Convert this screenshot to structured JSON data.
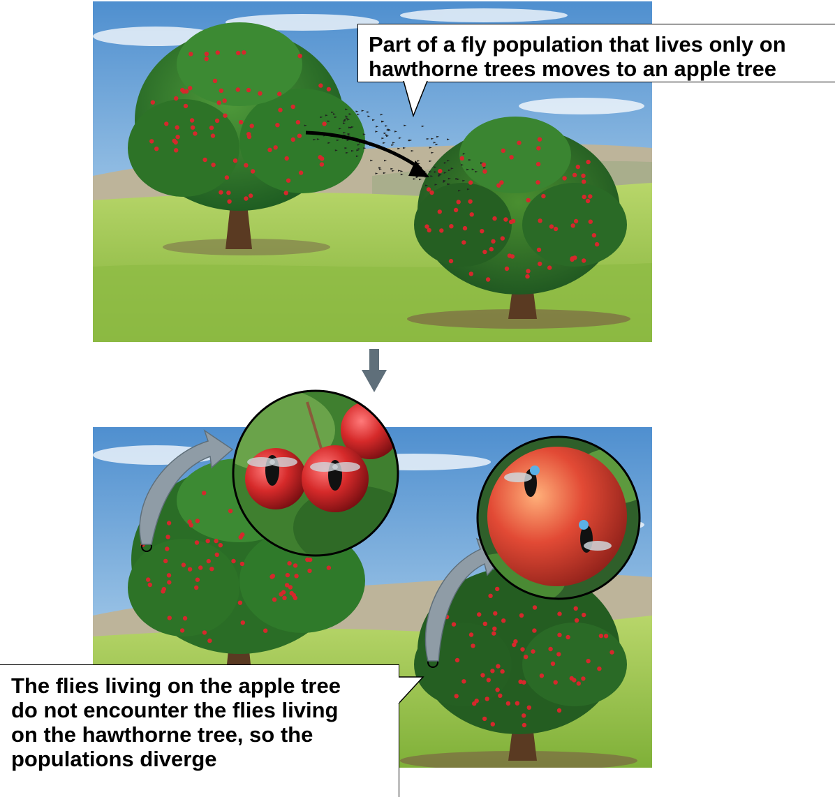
{
  "callouts": {
    "top": {
      "lines": [
        "Part of a fly population that lives only on",
        "hawthorne trees moves to an apple tree"
      ]
    },
    "bottom": {
      "lines": [
        "The flies living on the apple tree",
        "do not encounter the flies living",
        "on the hawthorne tree, so the",
        "populations diverge"
      ]
    }
  },
  "colors": {
    "sky": "#6fa7d9",
    "hills": "#b9b4a0",
    "grass": "#9cc442",
    "foliage": "#2f7a2a",
    "fruit": "#d6282c",
    "trunk": "#5a3a22",
    "arrow": "#5f6f7a"
  },
  "icons": {
    "flow_arrow": "down-arrow-icon",
    "migration_arrow": "curved-arrow-icon"
  }
}
